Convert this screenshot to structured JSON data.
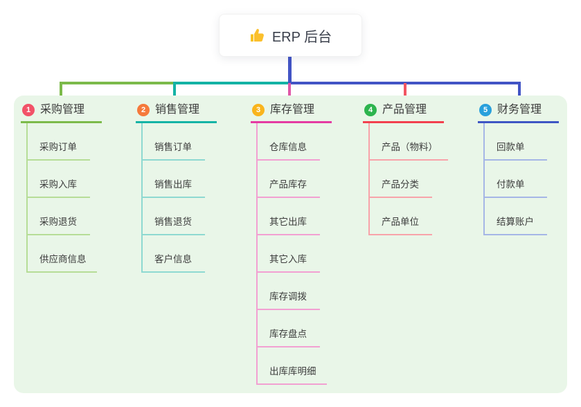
{
  "root": {
    "title": "ERP 后台",
    "icon": "thumbs-up-icon"
  },
  "branches": [
    {
      "number": "1",
      "label": "采购管理",
      "circle_color": "#f25268",
      "line_color": "#7cba4a",
      "child_line_color": "#b6dd97",
      "children": [
        "采购订单",
        "采购入库",
        "采购退货",
        "供应商信息"
      ]
    },
    {
      "number": "2",
      "label": "销售管理",
      "circle_color": "#f5793b",
      "line_color": "#14b3a5",
      "child_line_color": "#8ed9d1",
      "children": [
        "销售订单",
        "销售出库",
        "销售退货",
        "客户信息"
      ]
    },
    {
      "number": "3",
      "label": "库存管理",
      "circle_color": "#f9b41d",
      "line_color": "#e43ba2",
      "child_line_color": "#f2a0d2",
      "children": [
        "仓库信息",
        "产品库存",
        "其它出库",
        "其它入库",
        "库存调拨",
        "库存盘点",
        "出库库明细"
      ]
    },
    {
      "number": "4",
      "label": "产品管理",
      "circle_color": "#2db44e",
      "line_color": "#f2404e",
      "child_line_color": "#f8a3aa",
      "children": [
        "产品（物料）",
        "产品分类",
        "产品单位"
      ]
    },
    {
      "number": "5",
      "label": "财务管理",
      "circle_color": "#29a0dc",
      "line_color": "#3e56c4",
      "child_line_color": "#a5b6e6",
      "children": [
        "回款单",
        "付款单",
        "结算账户"
      ]
    }
  ],
  "connector_colors": {
    "root_line": "#4254c5",
    "bus_green": "#7cba4a",
    "bus_teal": "#14b3a5",
    "bus_blue": "#4254c5",
    "drop_magenta": "#e058a8",
    "drop_red": "#f25562"
  },
  "panel_background": "#e9f6e8"
}
